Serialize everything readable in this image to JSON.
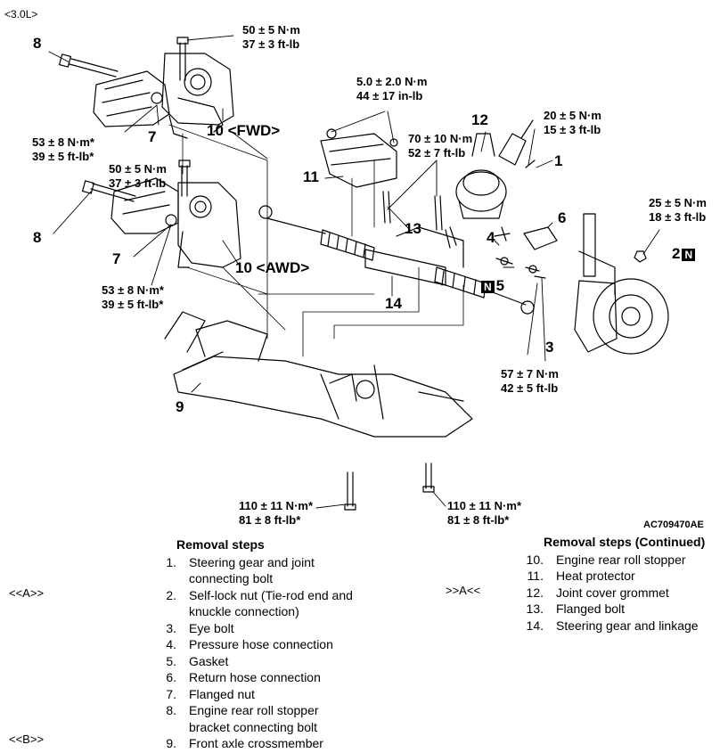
{
  "variant_label": "<3.0L>",
  "figure_code": "AC709470AE",
  "callouts": {
    "n1": "1",
    "n2": "2",
    "n3": "3",
    "n4": "4",
    "n5": "5",
    "n6": "6",
    "n7a": "7",
    "n7b": "7",
    "n8a": "8",
    "n8b": "8",
    "n9": "9",
    "n10fwd": "10 <FWD>",
    "n10awd": "10 <AWD>",
    "n11": "11",
    "n12": "12",
    "n13": "13",
    "n14": "14",
    "nbox": "N"
  },
  "torques": {
    "t_top_a": "50 ± 5 N·m",
    "t_top_b": "37 ± 3 ft-lb",
    "t_hose_a": "5.0 ± 2.0 N·m",
    "t_hose_b": "44 ± 17 in-lb",
    "t_flange_a": "70 ± 10 N·m",
    "t_flange_b": "52 ± 7 ft-lb",
    "t_eye_top_a": "20 ± 5 N·m",
    "t_eye_top_b": "15 ± 3 ft-lb",
    "t_nut_a": "25 ± 5 N·m",
    "t_nut_b": "18 ± 3 ft-lb",
    "t_left_a": "53 ± 8 N·m*",
    "t_left_b": "39 ± 5 ft-lb*",
    "t_mid_a": "50 ± 5 N·m",
    "t_mid_b": "37 ± 3 ft-lb",
    "t_low_a": "53 ± 8 N·m*",
    "t_low_b": "39 ± 5 ft-lb*",
    "t_eye_a": "57 ± 7 N·m",
    "t_eye_b": "42 ± 5 ft-lb",
    "t_bolt1_a": "110 ± 11 N·m*",
    "t_bolt1_b": "81 ± 8 ft-lb*",
    "t_bolt2_a": "110 ± 11 N·m*",
    "t_bolt2_b": "81 ± 8 ft-lb*"
  },
  "removal_steps": {
    "title": "Removal steps",
    "items": [
      {
        "n": "1.",
        "text": "Steering gear and joint connecting bolt",
        "ref": ""
      },
      {
        "n": "2.",
        "text": "Self-lock nut (Tie-rod end and knuckle connection)",
        "ref": "<<A>>"
      },
      {
        "n": "3.",
        "text": "Eye bolt",
        "ref": ""
      },
      {
        "n": "4.",
        "text": "Pressure hose connection",
        "ref": ""
      },
      {
        "n": "5.",
        "text": "Gasket",
        "ref": ""
      },
      {
        "n": "6.",
        "text": "Return hose connection",
        "ref": ""
      },
      {
        "n": "7.",
        "text": "Flanged nut",
        "ref": ""
      },
      {
        "n": "8.",
        "text": "Engine rear roll stopper bracket connecting bolt",
        "ref": ""
      },
      {
        "n": "9.",
        "text": "Front axle crossmember",
        "ref": "<<B>>"
      }
    ]
  },
  "removal_steps_cont": {
    "title": "Removal steps (Continued)",
    "items": [
      {
        "n": "10.",
        "text": "Engine rear roll stopper",
        "ref": ""
      },
      {
        "n": "11.",
        "text": "Heat protector",
        "ref": ""
      },
      {
        "n": "12.",
        "text": "Joint cover grommet",
        "ref": ">>A<<"
      },
      {
        "n": "13.",
        "text": "Flanged bolt",
        "ref": ""
      },
      {
        "n": "14.",
        "text": "Steering gear and linkage",
        "ref": ""
      }
    ]
  }
}
